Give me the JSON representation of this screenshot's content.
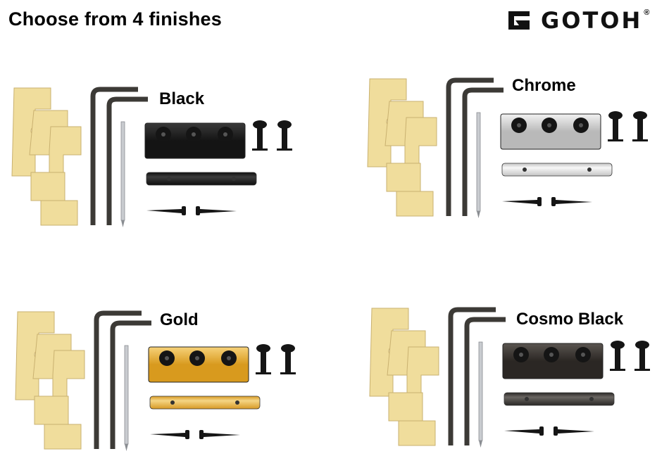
{
  "header": {
    "title": "Choose from 4 finishes",
    "brand": "GOTOH",
    "brand_mark": "®"
  },
  "finishes": [
    {
      "label": "Black",
      "nut_color": "#141414",
      "nut_highlight": "#3a3a3a",
      "bar_color": "#0f0f0f",
      "bar_highlight": "#3c3c3c"
    },
    {
      "label": "Chrome",
      "nut_color": "#b9b9b9",
      "nut_highlight": "#f2f2f2",
      "bar_color": "#c4c4c4",
      "bar_highlight": "#f7f7f7"
    },
    {
      "label": "Gold",
      "nut_color": "#d89a1e",
      "nut_highlight": "#f7d27a",
      "bar_color": "#d79a25",
      "bar_highlight": "#f5d585"
    },
    {
      "label": "Cosmo Black",
      "nut_color": "#2b2724",
      "nut_highlight": "#5a5550",
      "bar_color": "#2a2826",
      "bar_highlight": "#6a6662"
    }
  ],
  "kit_contents": [
    "shims",
    "hex-wrenches",
    "pin",
    "locking-nut",
    "bolts",
    "tension-bar",
    "screws"
  ],
  "colors": {
    "shim": "#f0dd9c",
    "shim_edge": "#c9b170",
    "wrench": "#3c3a36",
    "hardware": "#151515"
  }
}
